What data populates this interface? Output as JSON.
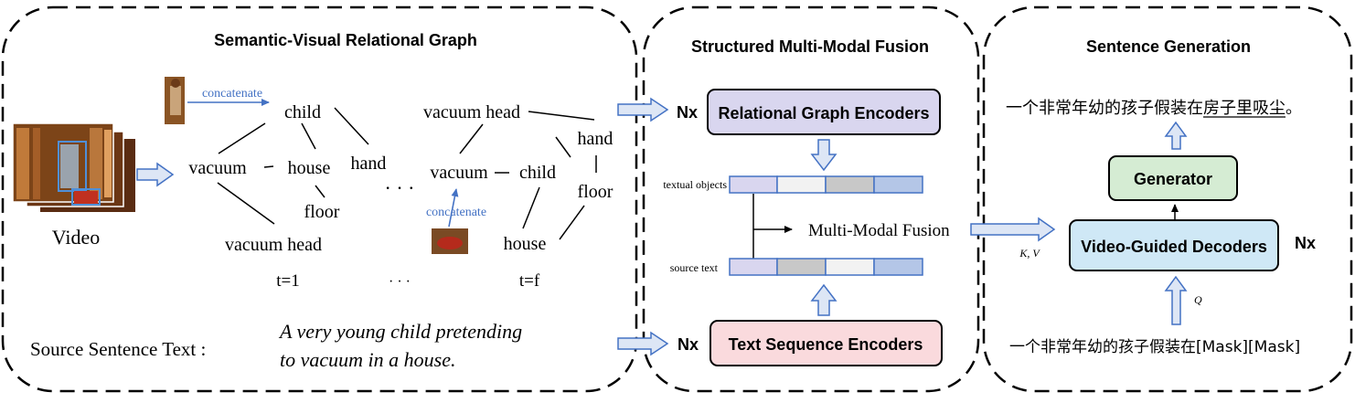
{
  "panels": {
    "graph_title": "Semantic-Visual Relational Graph",
    "fusion_title": "Structured Multi-Modal Fusion",
    "generation_title": "Sentence Generation"
  },
  "graph": {
    "video_label": "Video",
    "concatenate_top": "concatenate",
    "concatenate_bottom": "concatenate",
    "frame1_nodes": {
      "child": "child",
      "vacuum": "vacuum",
      "house": "house",
      "hand": "hand",
      "floor": "floor",
      "vacuum_head": "vacuum head"
    },
    "ellipsis_mid": "· · ·",
    "framef_nodes": {
      "vacuum_head": "vacuum head",
      "hand": "hand",
      "vacuum": "vacuum",
      "child": "child",
      "floor": "floor",
      "house": "house"
    },
    "t1": "t=1",
    "t_dots": "· · ·",
    "tf": "t=f",
    "source_label": "Source Sentence Text :",
    "source_line1": "A very young child pretending",
    "source_line2": "to vacuum in a house."
  },
  "fusion": {
    "nx_top": "Nx",
    "relational_encoders": "Relational Graph Encoders",
    "textual_objects": "textual objects",
    "mm_fusion": "Multi-Modal Fusion",
    "source_text": "source text",
    "nx_bottom": "Nx",
    "text_encoders": "Text Sequence Encoders"
  },
  "generation": {
    "output_prefix": "一个非常年幼的孩子假装在",
    "output_underlined": "房子里吸尘",
    "output_suffix": "。",
    "generator": "Generator",
    "decoders": "Video-Guided Decoders",
    "nx": "Nx",
    "kv": "K, V",
    "q": "Q",
    "input_text": "一个非常年幼的孩子假装在[Mask][Mask]"
  },
  "colors": {
    "relational_fill": "#d9d6ef",
    "text_enc_fill": "#fadadd",
    "generator_fill": "#d5ecd3",
    "decoder_fill": "#cfe8f6",
    "arrow_blue": "#4472c4",
    "arrow_fill": "#dde6f5"
  }
}
